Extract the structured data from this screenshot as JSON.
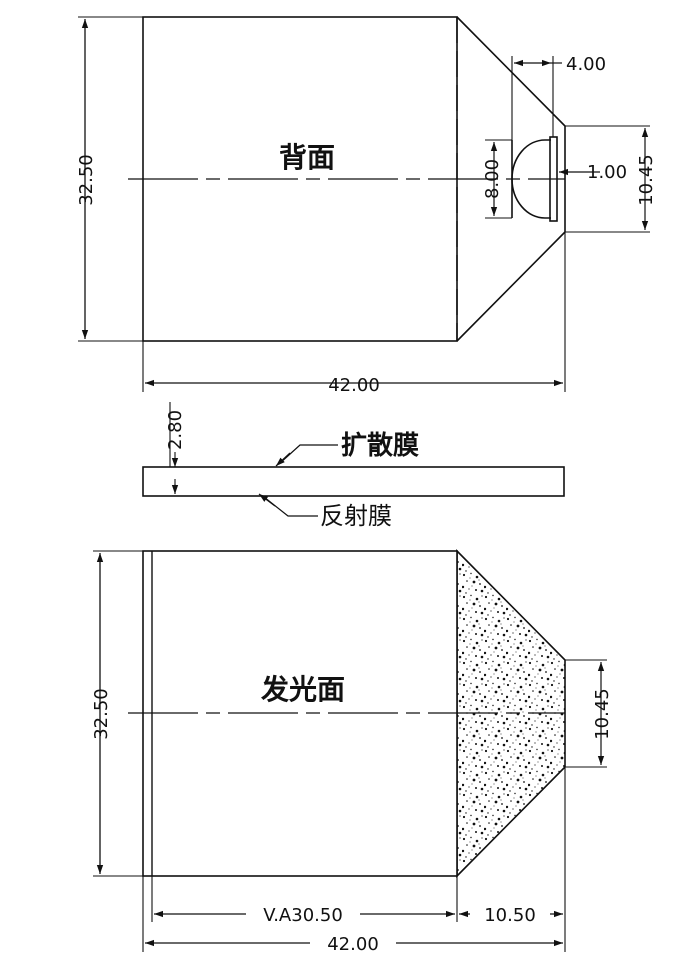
{
  "back_view": {
    "title": "背面",
    "dim_height": "32.50",
    "dim_width": "42.00",
    "dim_led_offset": "4.00",
    "dim_led_height": "8.00",
    "dim_gap": "1.00",
    "dim_tail": "10.45"
  },
  "side_view": {
    "dim_thickness": "2.80",
    "label_diffuser": "扩散膜",
    "label_reflector": "反射膜"
  },
  "front_view": {
    "title": "发光面",
    "dim_height": "32.50",
    "dim_tail": "10.45",
    "dim_va": "V.A30.50",
    "dim_tail_width": "10.50",
    "dim_width": "42.00"
  }
}
